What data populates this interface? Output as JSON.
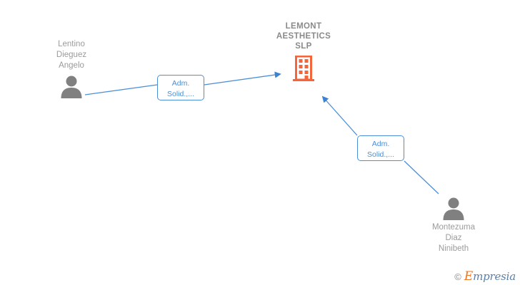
{
  "company": {
    "name": "LEMONT\nAESTHETICS\nSLP",
    "icon": "building-icon",
    "icon_color": "#f4663a"
  },
  "persons": [
    {
      "id": "person-left",
      "name": "Lentino\nDieguez\nAngelo",
      "icon": "person-icon",
      "icon_color": "#808080"
    },
    {
      "id": "person-right",
      "name": "Montezuma\nDiaz\nNinibeth",
      "icon": "person-icon",
      "icon_color": "#808080"
    }
  ],
  "relations": [
    {
      "id": "relation-1",
      "label": "Adm.\nSolid.,...",
      "from": "person-left",
      "to": "company",
      "direction": "to-company"
    },
    {
      "id": "relation-2",
      "label": "Adm.\nSolid.,...",
      "from": "person-right",
      "to": "company",
      "direction": "to-company"
    }
  ],
  "colors": {
    "link": "#4a8fd8",
    "company_accent": "#f4663a",
    "text_gray": "#9b9b9b",
    "title_gray": "#8a8a8a"
  },
  "watermark": {
    "copyright": "©",
    "brand_initial": "E",
    "brand_rest": "mpresia"
  }
}
